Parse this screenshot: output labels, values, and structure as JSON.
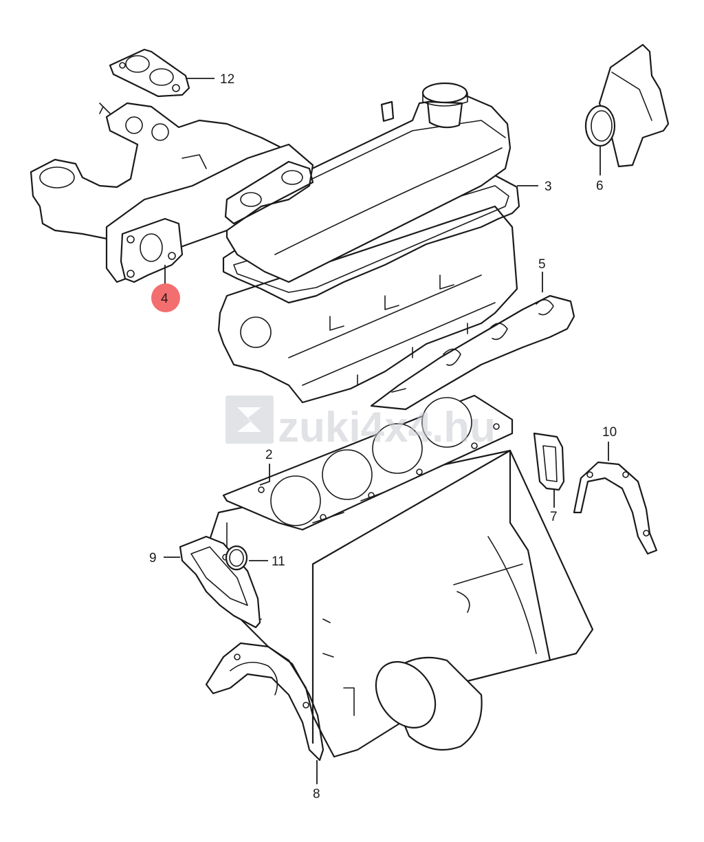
{
  "callouts": [
    {
      "id": "part-12",
      "label": "12"
    },
    {
      "id": "part-3",
      "label": "3"
    },
    {
      "id": "part-6",
      "label": "6"
    },
    {
      "id": "part-4",
      "label": "4",
      "highlighted": true
    },
    {
      "id": "part-5",
      "label": "5"
    },
    {
      "id": "part-2",
      "label": "2"
    },
    {
      "id": "part-10",
      "label": "10"
    },
    {
      "id": "part-7",
      "label": "7"
    },
    {
      "id": "part-9",
      "label": "9"
    },
    {
      "id": "part-11",
      "label": "11"
    },
    {
      "id": "part-8",
      "label": "8"
    }
  ],
  "watermark": {
    "text": "zuki4x4.hu"
  },
  "colors": {
    "highlight": "#f36e6e",
    "line": "#1a1a1a",
    "watermark": "#c9ccd3"
  }
}
